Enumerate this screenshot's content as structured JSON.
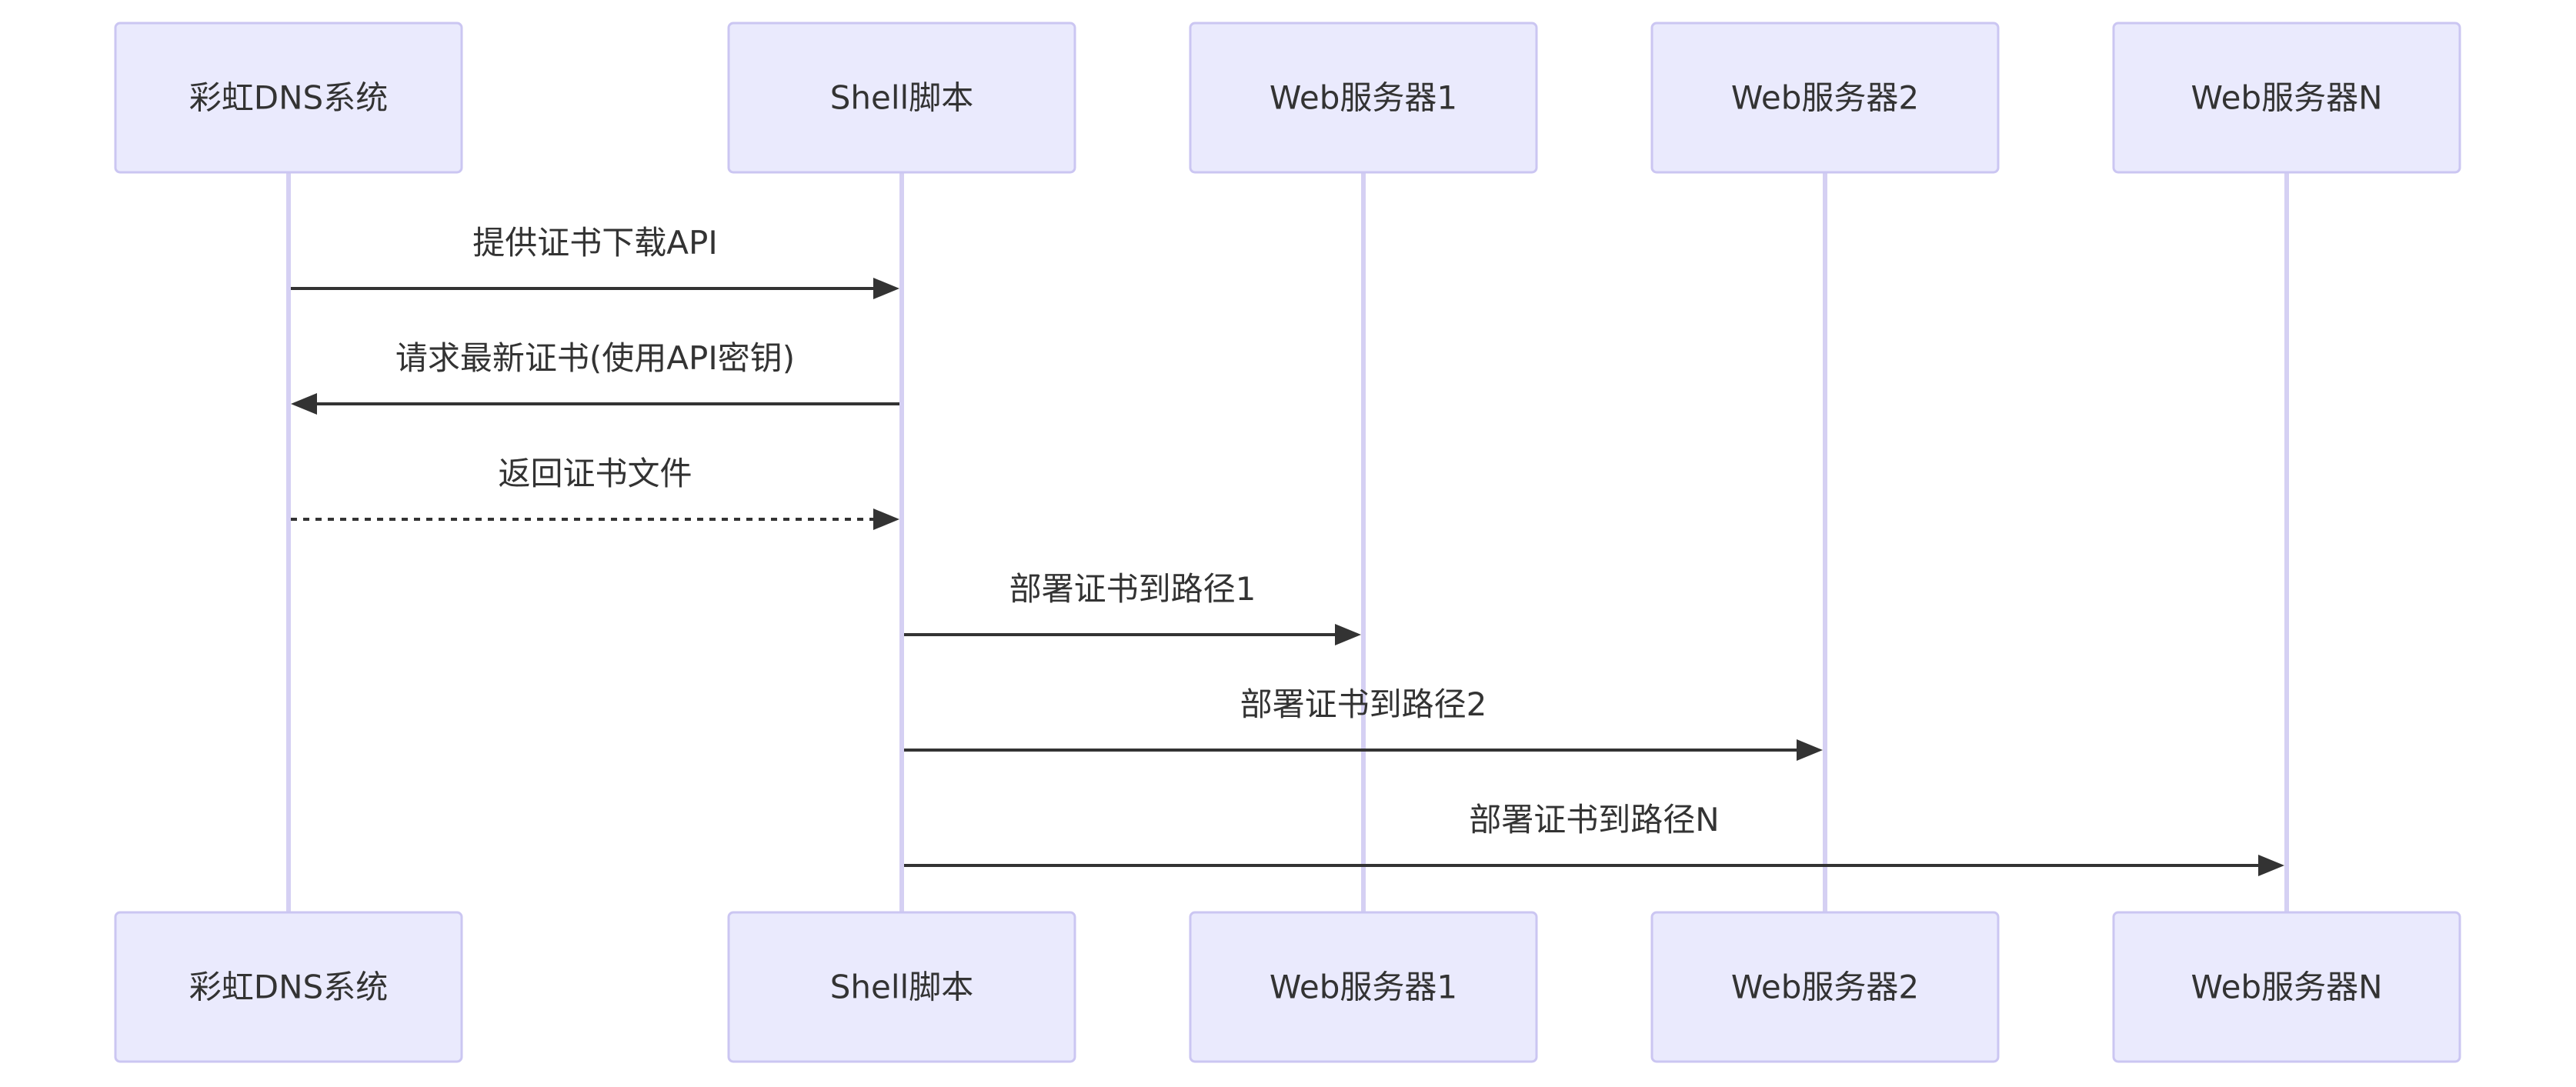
{
  "diagram": {
    "type": "sequence",
    "colors": {
      "actor_fill": "#eaeafd",
      "actor_stroke": "#cbc6f2",
      "lifeline": "#d5d0f3",
      "message": "#333333",
      "text": "#333333"
    },
    "participants": [
      {
        "id": "rainbow",
        "label": "彩虹DNS系统"
      },
      {
        "id": "shell",
        "label": "Shell脚本"
      },
      {
        "id": "web1",
        "label": "Web服务器1"
      },
      {
        "id": "web2",
        "label": "Web服务器2"
      },
      {
        "id": "webn",
        "label": "Web服务器N"
      }
    ],
    "messages": [
      {
        "from": "rainbow",
        "to": "shell",
        "label": "提供证书下载API",
        "style": "solid"
      },
      {
        "from": "shell",
        "to": "rainbow",
        "label": "请求最新证书(使用API密钥)",
        "style": "solid"
      },
      {
        "from": "rainbow",
        "to": "shell",
        "label": "返回证书文件",
        "style": "dashed"
      },
      {
        "from": "shell",
        "to": "web1",
        "label": "部署证书到路径1",
        "style": "solid"
      },
      {
        "from": "shell",
        "to": "web2",
        "label": "部署证书到路径2",
        "style": "solid"
      },
      {
        "from": "shell",
        "to": "webn",
        "label": "部署证书到路径N",
        "style": "solid"
      }
    ]
  }
}
